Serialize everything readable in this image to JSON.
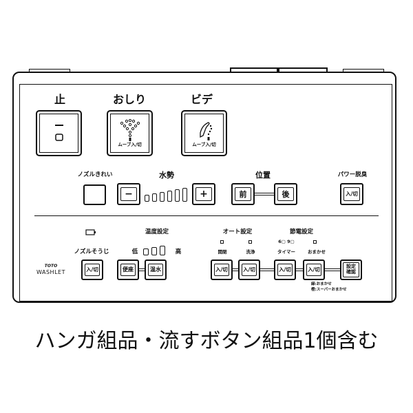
{
  "panel": {
    "stop_label": "止",
    "oshiri_label": "おしり",
    "bidet_label": "ビデ",
    "oshiri_sub": "ムーブ入/切",
    "bidet_sub": "ムーブ入/切",
    "nozzle_clean_label": "ノズルきれい",
    "water_pressure_label": "水勢",
    "minus_label": "−",
    "plus_label": "+",
    "position_label": "位置",
    "front_label": "前",
    "back_label": "後",
    "power_deodor_label": "パワー脱臭",
    "power_deodor_btn": "入/切",
    "nozzle_cleanse_label": "ノズルそうじ",
    "nozzle_cleanse_btn": "入/切",
    "temp_setting_label": "温度設定",
    "low_label": "低",
    "high_label": "高",
    "seat_btn": "便座",
    "water_btn": "温水",
    "auto_setting_label": "オート設定",
    "open_close_label": "開閉",
    "flush_label": "洗浄",
    "auto_open_btn": "入/切",
    "auto_flush_btn": "入/切",
    "power_save_label": "節電設定",
    "hours_label": "6▢ 9▢",
    "timer_label": "タイマー",
    "omakase_label": "おまかせ",
    "timer_btn": "入/切",
    "omakase_btn": "入/切",
    "confirm_btn": "設定確認",
    "note_line1": "緑:おまかせ",
    "note_line2": "橙:スーパーおまかせ",
    "brand_toto": "TOTO",
    "brand_washlet": "WASHLET"
  },
  "caption": "ハンガ組品・流すボタン組品1個含む"
}
